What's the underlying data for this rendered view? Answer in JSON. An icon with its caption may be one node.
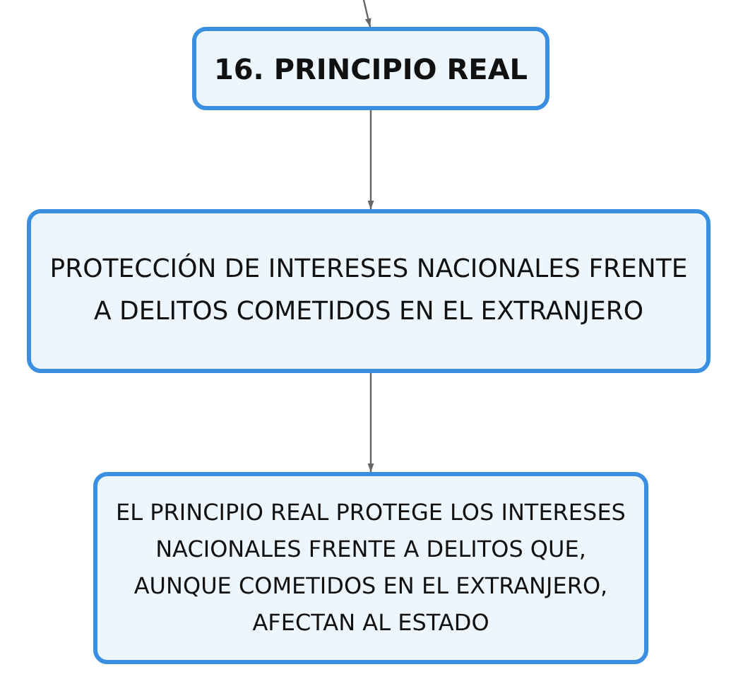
{
  "diagram": {
    "nodes": [
      {
        "text": [
          "16. PRINCIPIO REAL"
        ]
      },
      {
        "text": [
          "PROTECCIÓN DE INTERESES NACIONALES FRENTE A DELITOS COMETIDOS EN EL EXTRANJERO"
        ]
      },
      {
        "text": [
          "EL PRINCIPIO REAL PROTEGE LOS INTERESES NACIONALES FRENTE A DELITOS QUE, AUNQUE COMETIDOS EN EL EXTRANJERO, AFECTAN AL ESTADO"
        ]
      }
    ],
    "edges": [
      {
        "from": null,
        "to": 0,
        "arrow": "to"
      },
      {
        "from": 0,
        "to": 1,
        "arrow": "to"
      },
      {
        "from": 1,
        "to": 2,
        "arrow": "to"
      }
    ]
  }
}
